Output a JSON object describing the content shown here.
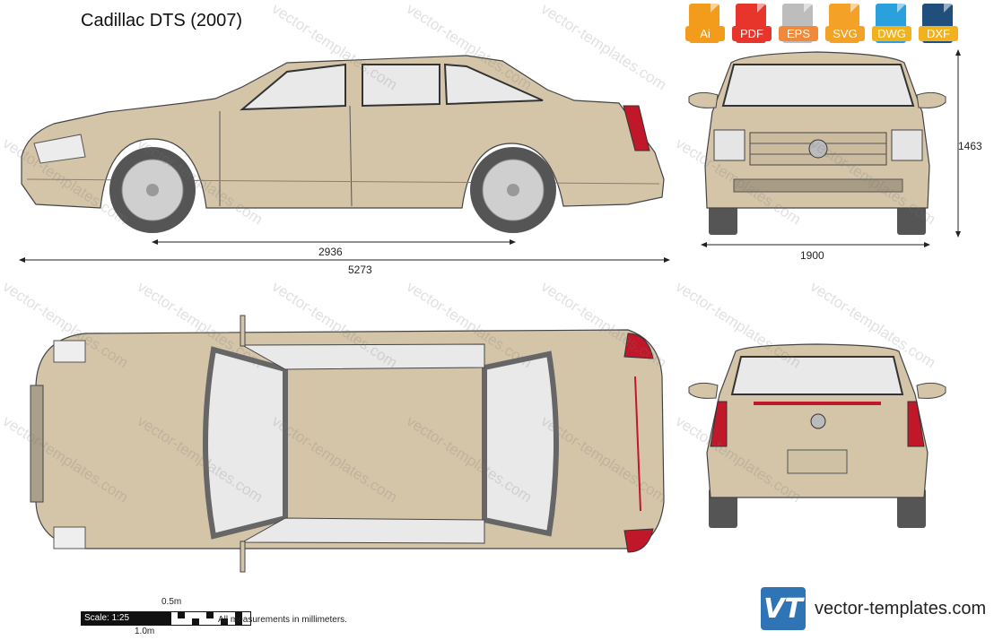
{
  "title": "Cadillac DTS (2007)",
  "formats": [
    {
      "label": "Ai",
      "color": "#f39c1b"
    },
    {
      "label": "PDF",
      "color": "#e8352b"
    },
    {
      "label": "EPS",
      "color": "#bdbdbd"
    },
    {
      "label": "SVG",
      "color": "#f3a127"
    },
    {
      "label": "DWG",
      "color": "#2aa0dc"
    },
    {
      "label": "DXF",
      "color": "#1f4f7a"
    }
  ],
  "dimensions": {
    "wheelbase": "2936",
    "length": "5273",
    "height": "1463",
    "width": "1900"
  },
  "scale": {
    "label": "Scale: 1:25",
    "half_meter": "0.5m",
    "one_meter": "1.0m"
  },
  "note": "All measurements in millimeters.",
  "brand": {
    "logo_text": "VT",
    "site": "vector-templates.com"
  },
  "watermark": "vector-templates.com",
  "colors": {
    "body": "#d4c5a9",
    "glass": "#e9e9e9",
    "tire": "#555555",
    "taillight": "#c0182a"
  }
}
